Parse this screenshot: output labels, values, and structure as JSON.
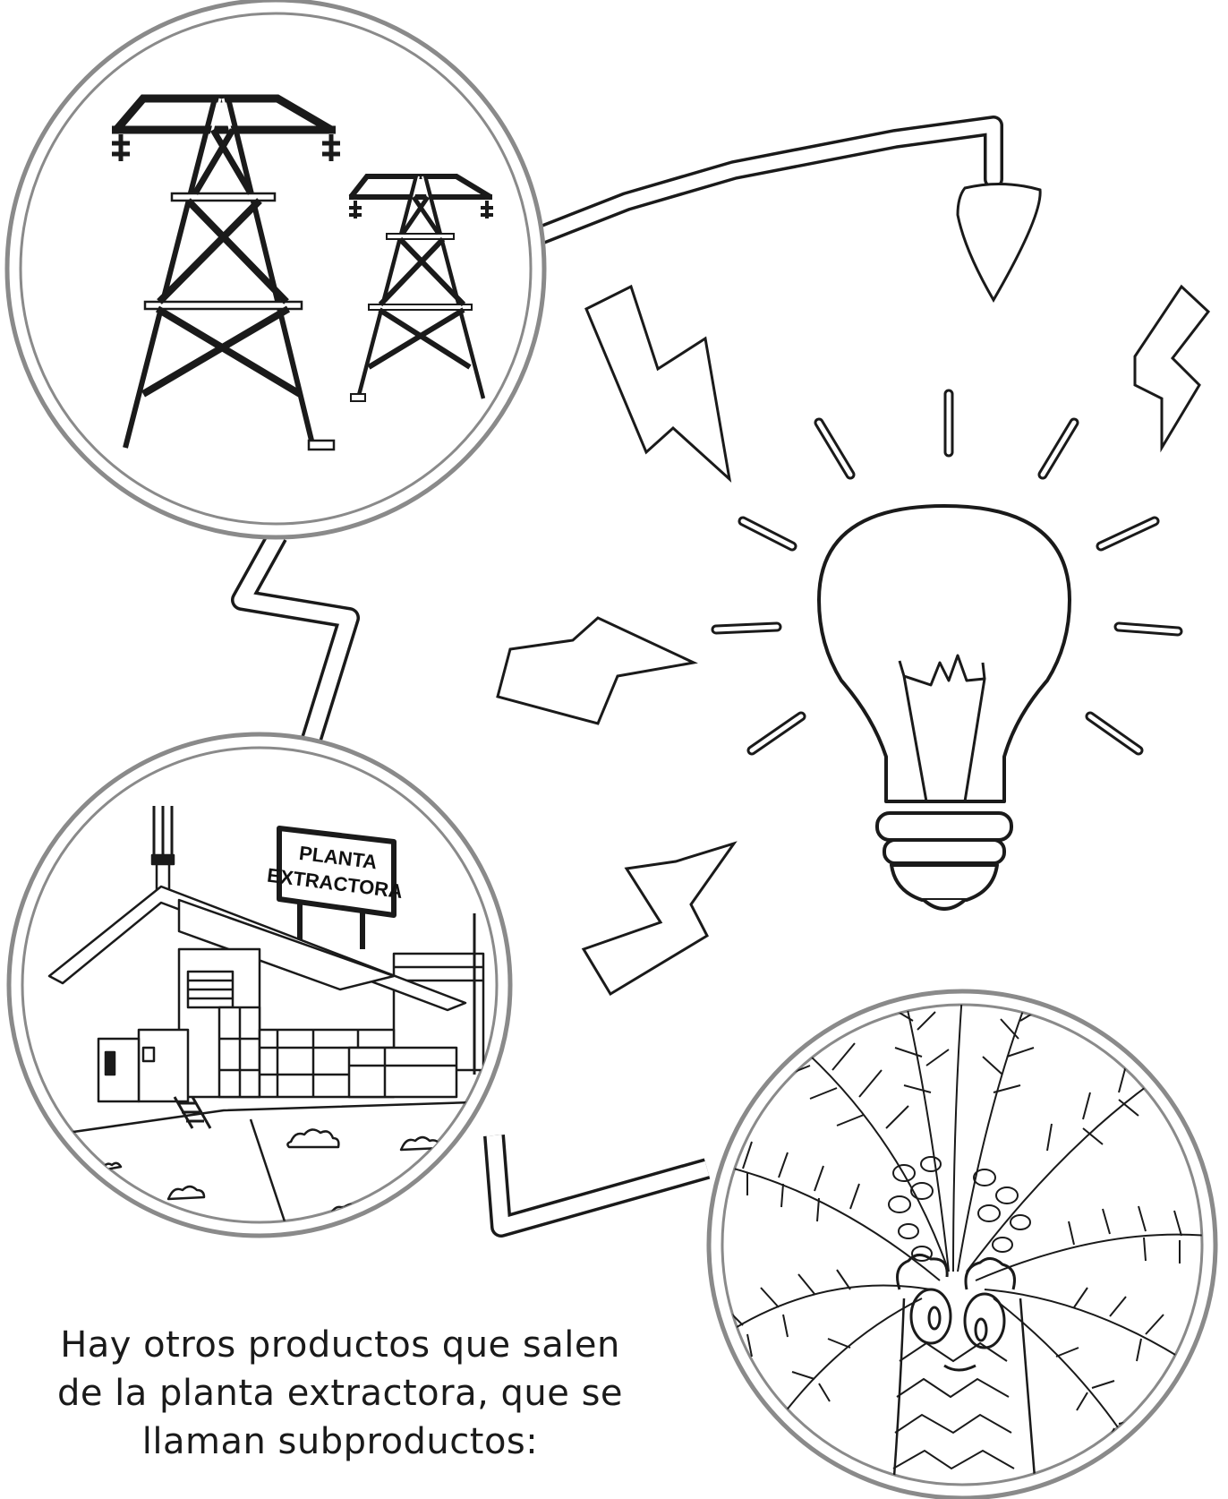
{
  "sign": {
    "line1": "PLANTA",
    "line2": "EXTRACTORA"
  },
  "caption": {
    "line1": "Hay otros productos que salen",
    "line2": "de la planta extractora, que se",
    "line3": "llaman subproductos:"
  },
  "colors": {
    "ink": "#1a1a1a",
    "frame": "#8a8a8a",
    "paper": "#ffffff"
  }
}
